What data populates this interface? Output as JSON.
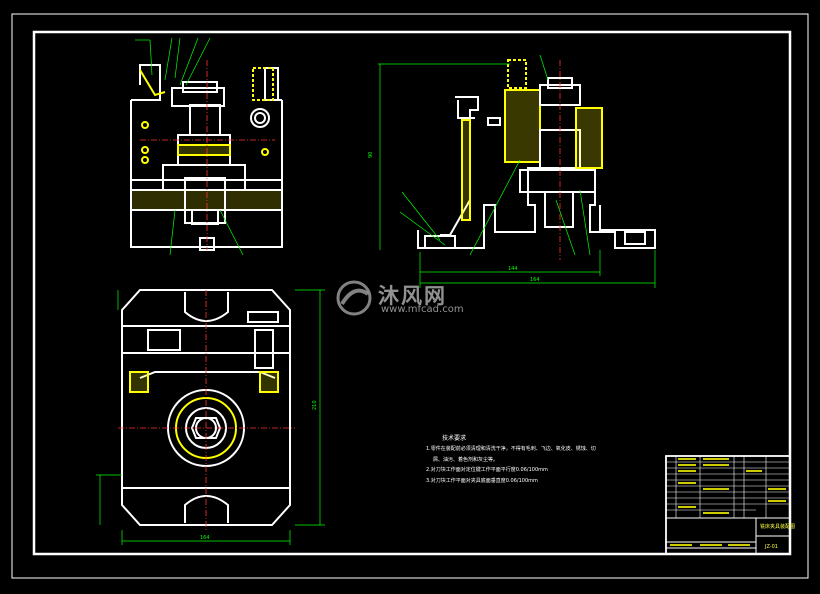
{
  "watermark": {
    "brand_text": "沐风网",
    "url": "www.mfcad.com"
  },
  "notes": {
    "title": "技术要求",
    "lines": [
      "1.零件在装配前必须清理和清洗干净，不得有毛刺、飞边、氧化皮、锈蚀、切",
      "屑、油污、着色剂和灰尘等。",
      "2.对刀块工作面对定位键工作平面平行度0.06/100mm",
      "3.对刀块工作平面对夹具底面垂直度0.06/100mm"
    ]
  },
  "title_block": {
    "drawing_title": "铣床夹具装配图",
    "drawing_code": "JZ-01"
  },
  "colors": {
    "outline": "#ffffff",
    "dimension": "#00ff00",
    "section_hatch": "#ffff00",
    "centerline": "#ff3333",
    "leader": "#00ff00",
    "background": "#000000"
  }
}
